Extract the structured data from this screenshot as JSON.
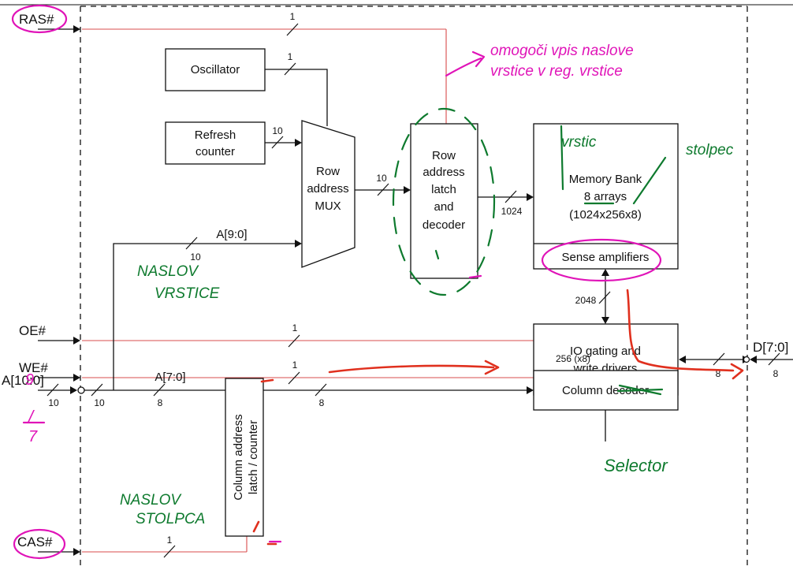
{
  "pins": {
    "ras": "RAS#",
    "oe": "OE#",
    "we": "WE#",
    "addr": "A[10:0]",
    "cas": "CAS#",
    "data": "D[7:0]"
  },
  "blocks": {
    "oscillator": "Oscillator",
    "refresh": [
      "Refresh",
      "counter"
    ],
    "row_mux": [
      "Row",
      "address",
      "MUX"
    ],
    "row_latch": [
      "Row",
      "address",
      "latch",
      "and",
      "decoder"
    ],
    "memory_bank": [
      "Memory Bank",
      "8 arrays",
      "(1024x256x8)"
    ],
    "sense_amp": "Sense amplifiers",
    "io_gating": [
      "IO gating and",
      "write drivers"
    ],
    "column_decoder": "Column decoder",
    "column_latch": [
      "Column address",
      "latch / counter"
    ]
  },
  "bus_labels": {
    "ras_width": "1",
    "osc_width": "1",
    "refresh_width": "10",
    "mux_out_width": "10",
    "decoder_out_width": "1024",
    "row_addr_name": "A[9:0]",
    "row_addr_width": "10",
    "oe_width": "1",
    "we_width": "1",
    "sense_width": "2048",
    "data_width_a": "8",
    "data_width_b": "8",
    "col_dec_width": "256 (x8)",
    "addr_in_width_a": "10",
    "addr_in_width_b": "10",
    "col_addr_name": "A[7:0]",
    "col_addr_width": "8",
    "col_latch_out_width": "8",
    "cas_width": "1"
  },
  "annotations": {
    "top_note_line1": "omogoči vpis naslove",
    "top_note_line2": "vrstice v reg. vrstice",
    "nasov_vrstice_1": "NASLOV",
    "nasov_vrstice_2": "VRSTICE",
    "vrstic": "vrstic",
    "stolpec": "stolpec",
    "nasov_stolpca_1": "NASLOV",
    "nasov_stolpca_2": "STOLPCA",
    "selector": "Selector",
    "addr_nine": "9",
    "addr_slash": "/",
    "addr_seven": "7",
    "colors": {
      "pink": "#e014b8",
      "green": "#0e7a2e",
      "red": "#e0301e",
      "signal_red": "#d94c4c"
    }
  }
}
